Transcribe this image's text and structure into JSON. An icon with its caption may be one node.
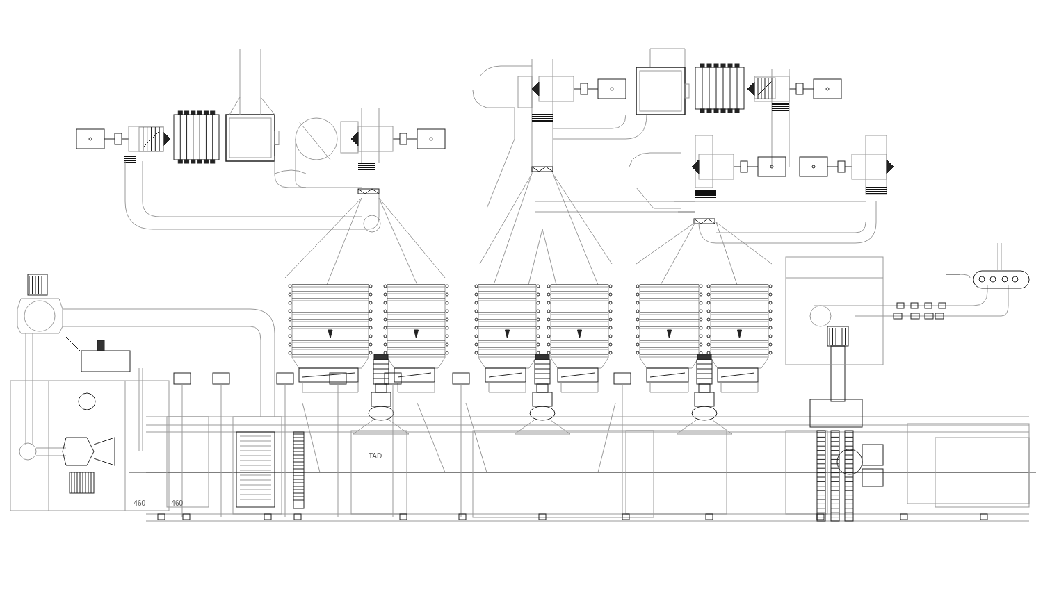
{
  "diagram": {
    "labels": [
      "TAD",
      "-460",
      "-460"
    ]
  }
}
